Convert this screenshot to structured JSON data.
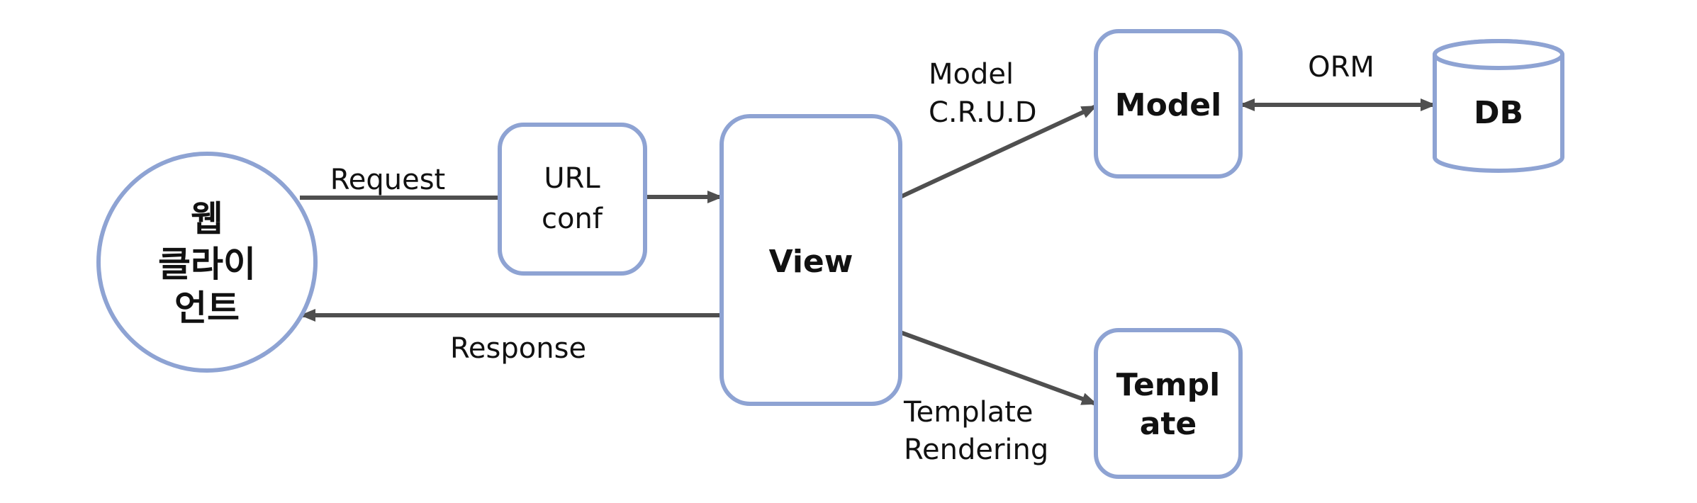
{
  "nodes": {
    "client": {
      "lines": [
        "웹",
        "클라이",
        "언트"
      ]
    },
    "urlconf": {
      "lines": [
        "URL",
        "conf"
      ]
    },
    "view": {
      "label": "View"
    },
    "model": {
      "label": "Model"
    },
    "db": {
      "label": "DB"
    },
    "template": {
      "lines": [
        "Templ",
        "ate"
      ]
    }
  },
  "edges": {
    "request": "Request",
    "response": "Response",
    "model_crud": [
      "Model",
      "C.R.U.D"
    ],
    "orm": "ORM",
    "template_rendering": [
      "Template",
      "Rendering"
    ]
  },
  "colors": {
    "node_border": "#8ea3d3",
    "arrow": "#4f4f4f",
    "text": "#111111"
  }
}
